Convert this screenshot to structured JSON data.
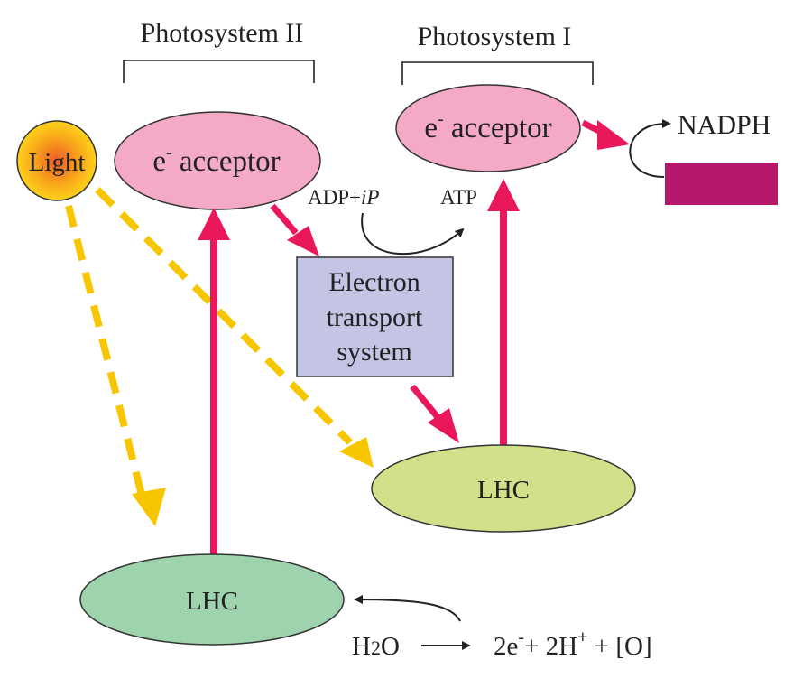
{
  "labels": {
    "photosystem_ii": "Photosystem II",
    "photosystem_i": "Photosystem I",
    "light": "Light",
    "e_symbol": "e",
    "e_superscript": "-",
    "acceptor_word": " acceptor",
    "adp": "ADP+",
    "ip": "iP",
    "atp": "ATP",
    "nadph": "NADPH",
    "ets_line1": "Electron",
    "ets_line2": "transport",
    "ets_line3": "system",
    "lhc": "LHC",
    "h2o_h": "H",
    "h2o_2": "2",
    "h2o_o": "O",
    "products_2e": "2e",
    "products_minus": "-",
    "products_plus_2h": "+ 2H",
    "products_plus_sup": "+",
    "products_o": " + [O]"
  },
  "colors": {
    "acceptor_fill": "#f4a9c6",
    "lhc_psi_fill": "#d2e08a",
    "lhc_psii_fill": "#9dd3ad",
    "ets_fill": "#c4c4e4",
    "pink_arrow": "#e8185a",
    "light_arrow": "#f7c600",
    "nadph_box": "#b5176a",
    "sun_outer": "#f6b800",
    "sun_inner": "#f37a2a"
  }
}
